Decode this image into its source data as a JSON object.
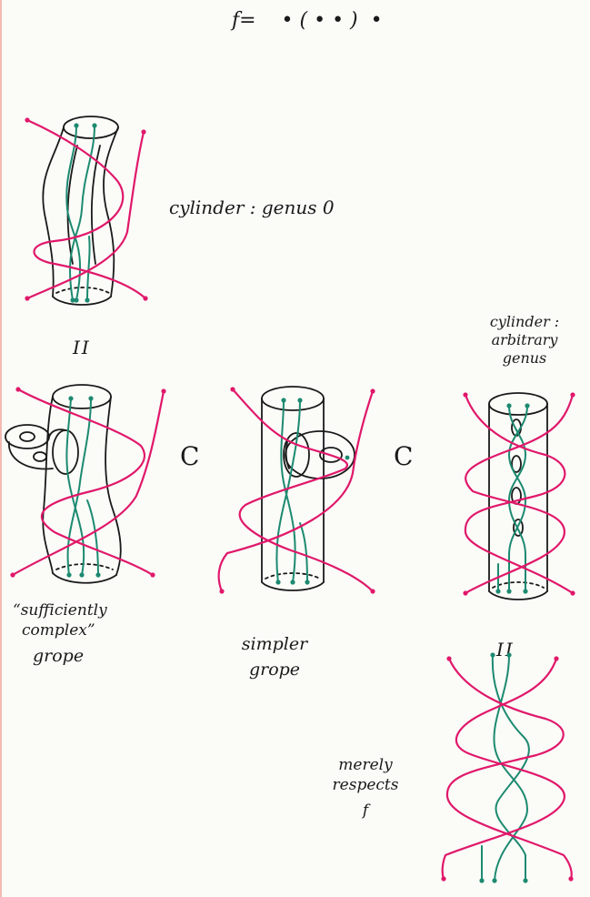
{
  "header": {
    "formula": "f=    • ( • • )  •"
  },
  "labels": {
    "cylinder_genus": "cylinder : genus 0",
    "equals_top": "II",
    "cyl_arb_line1": "cylinder :",
    "cyl_arb_line2": "arbitrary",
    "cyl_arb_line3": "genus",
    "subset_1": "C",
    "subset_2": "C",
    "complex_line1": "“sufficiently",
    "complex_line2": "complex”",
    "complex_line3": "grope",
    "simpler_line1": "simpler",
    "simpler_line2": "grope",
    "equals_right": "II",
    "merely_line1": "merely",
    "merely_line2": "respects",
    "merely_line3": "f"
  },
  "colors": {
    "ink": "#1a1a1a",
    "magenta": "#e0186a",
    "teal": "#1c8a70"
  }
}
